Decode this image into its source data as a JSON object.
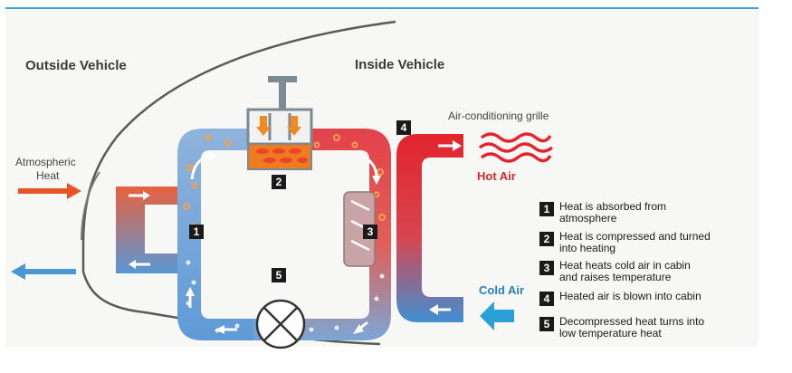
{
  "headings": {
    "outside": "Outside Vehicle",
    "inside": "Inside Vehicle"
  },
  "labels": {
    "atmospheric_heat_line1": "Atmospheric",
    "atmospheric_heat_line2": "Heat",
    "grille": "Air-conditioning grille",
    "hot_air": "Hot Air",
    "cold_air": "Cold Air"
  },
  "steps": [
    {
      "num": "1",
      "line1": "Heat is absorbed from",
      "line2": "atmosphere"
    },
    {
      "num": "2",
      "line1": "Heat is compressed and turned",
      "line2": "into heating"
    },
    {
      "num": "3",
      "line1": "Heat heats cold air in cabin",
      "line2": "and raises temperature"
    },
    {
      "num": "4",
      "line1": "Heated air is blown into cabin",
      "line2": ""
    },
    {
      "num": "5",
      "line1": "Decompressed heat turns into",
      "line2": "low temperature heat"
    }
  ],
  "colors": {
    "hot": "#e4313a",
    "warm": "#e86a5a",
    "cool": "#7aa8d8",
    "cold": "#4a97d6",
    "compressor": "#f08a1e"
  }
}
